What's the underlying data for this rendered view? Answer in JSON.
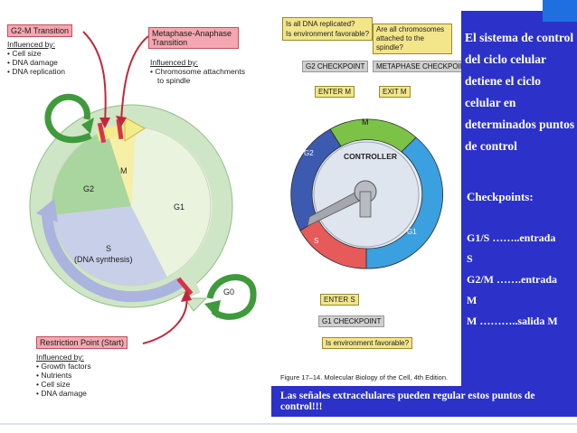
{
  "left": {
    "g2m": {
      "title": "G2-M Transition",
      "influenced": "Influenced by:",
      "items": [
        "Cell size",
        "DNA damage",
        "DNA replication"
      ]
    },
    "meta": {
      "title_l1": "Metaphase-Anaphase",
      "title_l2": "Transition",
      "influenced": "Influenced by:",
      "items_l1": "Chromosome attachments",
      "items_l2": "to spindle"
    },
    "restriction": {
      "title": "Restriction Point (Start)",
      "influenced": "Influenced by:",
      "items": [
        "Growth factors",
        "Nutrients",
        "Cell size",
        "DNA damage"
      ]
    },
    "phases": {
      "g2": "G2",
      "m": "M",
      "g1": "G1",
      "s": "S",
      "s_sub": "(DNA synthesis)",
      "g0": "G0"
    }
  },
  "middle": {
    "q_dna": "Is all DNA replicated?",
    "q_env": "Is environment favorable?",
    "q_chrom_l1": "Are all chromosomes",
    "q_chrom_l2": "attached to the spindle?",
    "g2_checkpoint": "G2 CHECKPOINT",
    "meta_checkpoint": "METAPHASE CHECKPOINT",
    "enter_m": "ENTER M",
    "exit_m": "EXIT M",
    "controller": "CONTROLLER",
    "m": "M",
    "g2": "G2",
    "g1": "G1",
    "s": "S",
    "enter_s": "ENTER S",
    "g1_checkpoint": "G1 CHECKPOINT",
    "q_env2": "Is environment favorable?",
    "caption": "Figure 17–14. Molecular Biology of the Cell, 4th Edition."
  },
  "right": {
    "heading_lines": [
      "El sistema de control",
      "del ciclo celular",
      "detiene el ciclo",
      "celular en",
      "determinados puntos",
      "de control"
    ],
    "checkpoints_label": "Checkpoints:",
    "lines": [
      "G1/S ……..entrada",
      "S",
      "G2/M …….entrada",
      "M",
      "M ………..salida M"
    ]
  },
  "bottom_banner": "Las señales extracelulares pueden regular estos puntos de control!!!",
  "colors": {
    "panel": "#2b31c9",
    "pink": "#f4a7b0",
    "green": "#4a9a3c",
    "yellow_label": "#f3e58a"
  }
}
